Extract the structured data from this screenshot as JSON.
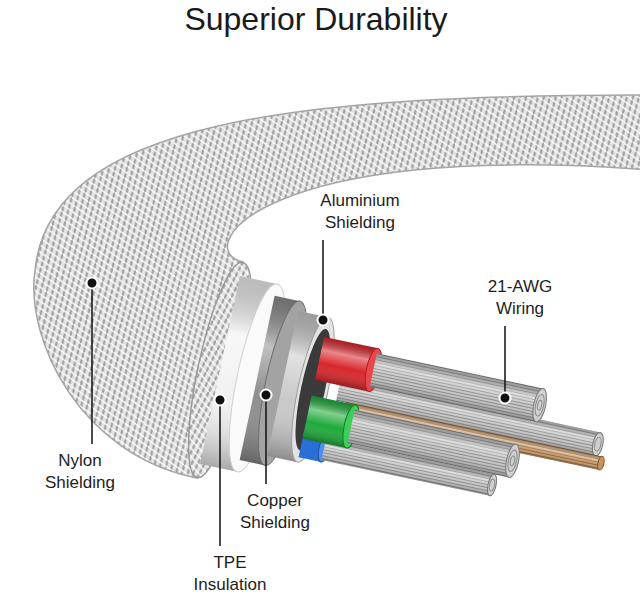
{
  "diagram": {
    "title": "Superior Durability",
    "labels": [
      "Aluminium Shielding",
      "21-AWG Wiring",
      "Nylon Shielding",
      "Copper Shielding",
      "TPE Insulation"
    ]
  }
}
